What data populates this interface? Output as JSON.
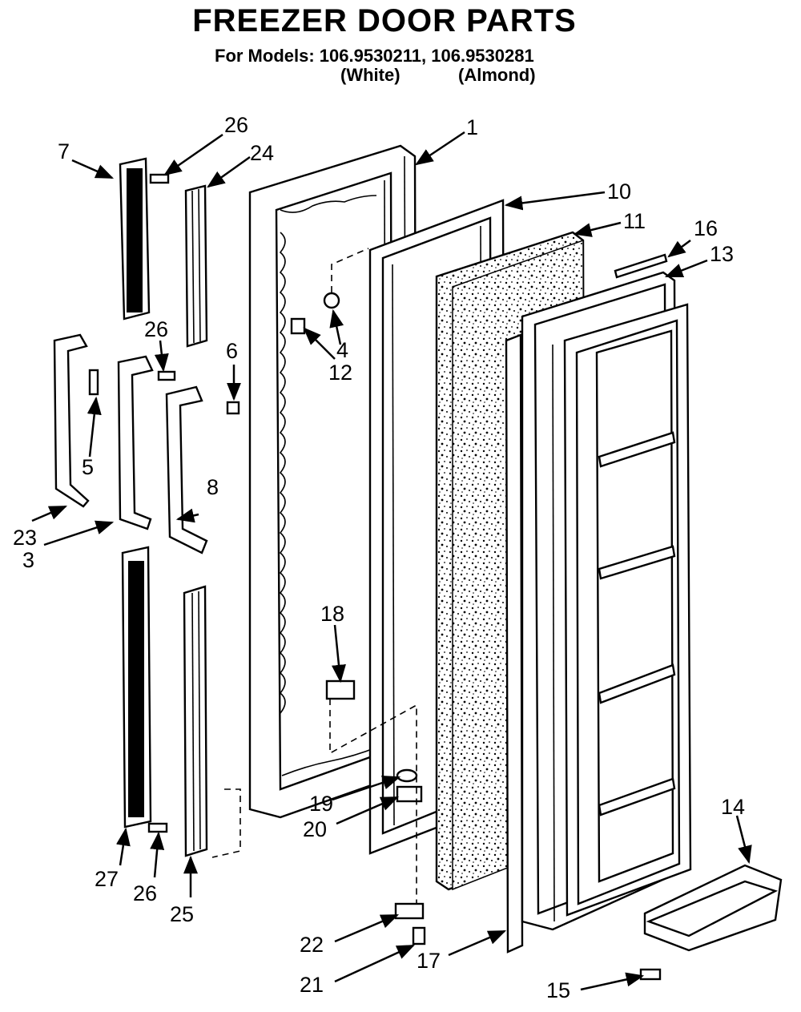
{
  "header": {
    "title": "FREEZER DOOR PARTS",
    "models_line": "For Models: 106.9530211, 106.9530281",
    "color_white": "(White)",
    "color_almond": "(Almond)"
  },
  "callouts": {
    "p1": "1",
    "p3": "3",
    "p4": "4",
    "p5": "5",
    "p6": "6",
    "p7": "7",
    "p8": "8",
    "p10": "10",
    "p11": "11",
    "p12": "12",
    "p13": "13",
    "p14": "14",
    "p15": "15",
    "p16": "16",
    "p17": "17",
    "p18": "18",
    "p19": "19",
    "p20": "20",
    "p21": "21",
    "p22": "22",
    "p23": "23",
    "p24": "24",
    "p25": "25",
    "p26a": "26",
    "p26b": "26",
    "p26c": "26",
    "p27": "27"
  }
}
